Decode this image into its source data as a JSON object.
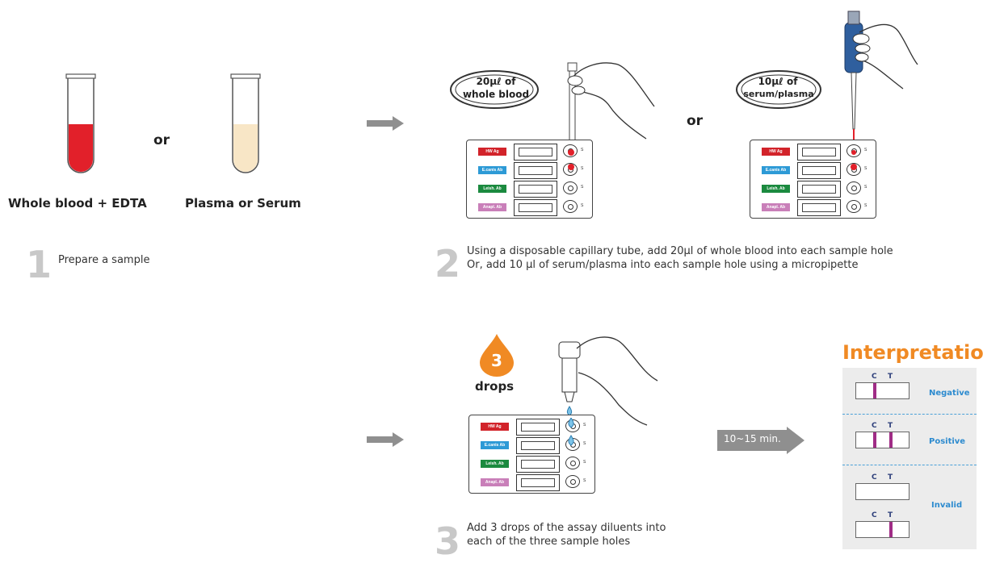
{
  "step1": {
    "tube1_label": "Whole blood + EDTA",
    "tube2_label": "Plasma or Serum",
    "or": "or",
    "number": "1",
    "text": "Prepare a sample",
    "colors": {
      "blood": "#e2202a",
      "plasma": "#f8e6c6"
    }
  },
  "step2": {
    "bubble_left": [
      "20µℓ of",
      "whole blood"
    ],
    "bubble_right": [
      "10µℓ of",
      "serum/plasma"
    ],
    "or": "or",
    "number": "2",
    "text_line1": "Using a disposable capillary tube, add 20µl of whole blood into each sample hole",
    "text_line2": "Or, add 10 µl of serum/plasma into each sample hole using a micropipette"
  },
  "kit": {
    "rows": [
      "HW Ag",
      "E.canis Ab",
      "Leish. Ab",
      "Anapl. Ab"
    ],
    "s_label": "S"
  },
  "step3": {
    "drop_count": "3",
    "drops_label": "drops",
    "number": "3",
    "text_line1": "Add 3 drops of the assay diluents into",
    "text_line2": "each of the three sample holes",
    "timer": "10~15 min."
  },
  "interpretation": {
    "title": "Interpretation",
    "c": "C",
    "t": "T",
    "negative": "Negative",
    "positive": "Positive",
    "invalid": "Invalid",
    "accent": "#f08a24"
  }
}
